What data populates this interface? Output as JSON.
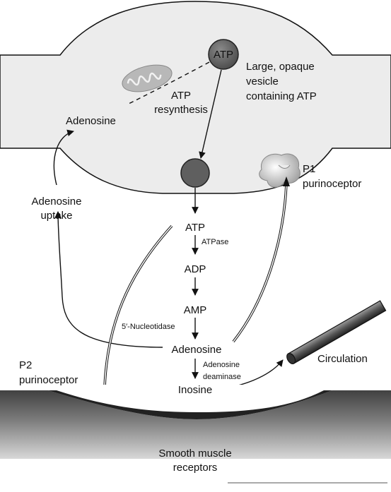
{
  "labels": {
    "atp_vesicle": "ATP",
    "vesicle_desc_1": "Large, opaque",
    "vesicle_desc_2": "vesicle",
    "vesicle_desc_3": "containing ATP",
    "atp_resynthesis_1": "ATP",
    "atp_resynthesis_2": "resynthesis",
    "adenosine_terminal": "Adenosine",
    "p1_1": "P1",
    "p1_2": "purinoceptor",
    "uptake_1": "Adenosine",
    "uptake_2": "uptake",
    "atp": "ATP",
    "atpase": "ATPase",
    "adp": "ADP",
    "amp": "AMP",
    "nucleotidase": "5′-Nucleotidase",
    "adenosine": "Adenosine",
    "deaminase_1": "Adenosine",
    "deaminase_2": "deaminase",
    "inosine": "Inosine",
    "circulation": "Circulation",
    "p2_1": "P2",
    "p2_2": "purinoceptor",
    "smooth_1": "Smooth muscle",
    "smooth_2": "receptors"
  },
  "colors": {
    "cell_fill": "#ececec",
    "vesicle_fill": "#5f5f5f",
    "muscle_dark": "#2b2b2b",
    "muscle_light": "#d0d0d0",
    "line": "#111111"
  }
}
